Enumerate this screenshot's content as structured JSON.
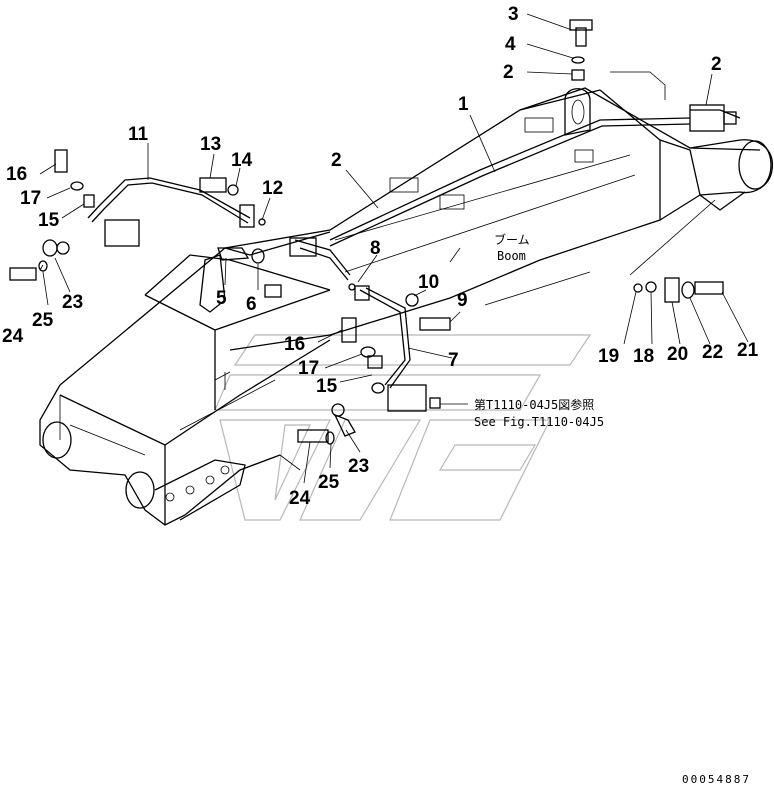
{
  "callouts": [
    {
      "id": "c3",
      "text": "3"
    },
    {
      "id": "c4",
      "text": "4"
    },
    {
      "id": "c2a",
      "text": "2"
    },
    {
      "id": "c2b",
      "text": "2"
    },
    {
      "id": "c1",
      "text": "1"
    },
    {
      "id": "c2c",
      "text": "2"
    },
    {
      "id": "c11",
      "text": "11"
    },
    {
      "id": "c13",
      "text": "13"
    },
    {
      "id": "c14",
      "text": "14"
    },
    {
      "id": "c12",
      "text": "12"
    },
    {
      "id": "c16a",
      "text": "16"
    },
    {
      "id": "c17a",
      "text": "17"
    },
    {
      "id": "c15a",
      "text": "15"
    },
    {
      "id": "c8",
      "text": "8"
    },
    {
      "id": "c5",
      "text": "5"
    },
    {
      "id": "c6",
      "text": "6"
    },
    {
      "id": "c23a",
      "text": "23"
    },
    {
      "id": "c24a",
      "text": "24"
    },
    {
      "id": "c25a",
      "text": "25"
    },
    {
      "id": "c10",
      "text": "10"
    },
    {
      "id": "c9",
      "text": "9"
    },
    {
      "id": "c16b",
      "text": "16"
    },
    {
      "id": "c17b",
      "text": "17"
    },
    {
      "id": "c7",
      "text": "7"
    },
    {
      "id": "c15b",
      "text": "15"
    },
    {
      "id": "c23b",
      "text": "23"
    },
    {
      "id": "c25b",
      "text": "25"
    },
    {
      "id": "c24b",
      "text": "24"
    },
    {
      "id": "c19",
      "text": "19"
    },
    {
      "id": "c18",
      "text": "18"
    },
    {
      "id": "c20",
      "text": "20"
    },
    {
      "id": "c22",
      "text": "22"
    },
    {
      "id": "c21",
      "text": "21"
    }
  ],
  "boom_label_jp": "ブーム",
  "boom_label_en": "Boom",
  "ref_note_jp": "第T1110-04J5図参照",
  "ref_note_en": "See Fig.T1110-04J5",
  "part_number": "00054887"
}
